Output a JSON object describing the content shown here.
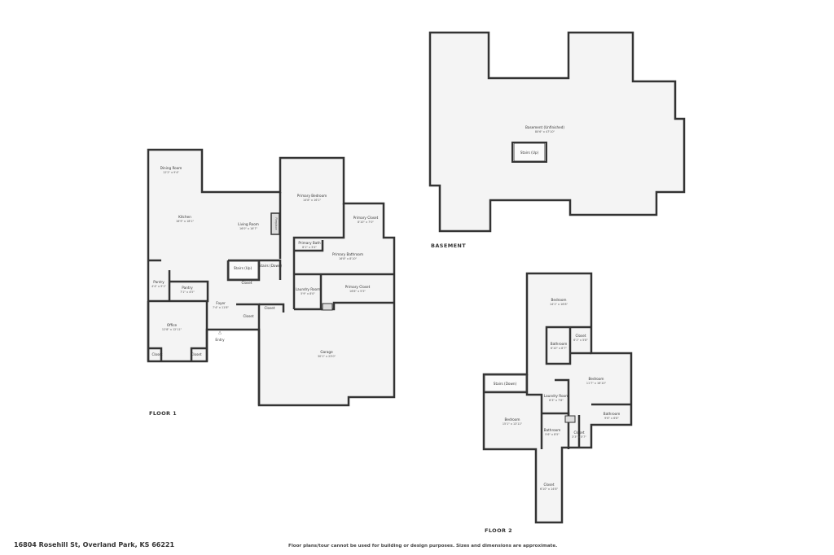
{
  "floors": {
    "floor1": {
      "label": "FLOOR 1"
    },
    "floor2": {
      "label": "FLOOR 2"
    },
    "basement": {
      "label": "BASEMENT"
    }
  },
  "rooms_floor1": [
    {
      "name": "Dining Room",
      "dims": "12'2\" x 9'4\""
    },
    {
      "name": "Kitchen",
      "dims": "16'9\" x 18'1\""
    },
    {
      "name": "Living Room",
      "dims": "16'0\" x 16'7\""
    },
    {
      "name": "Primary Bedroom",
      "dims": "14'8\" x 16'1\""
    },
    {
      "name": "Primary Closet",
      "dims": "8'10\" x 7'0\""
    },
    {
      "name": "Primary Bath",
      "dims": "8'1\" x 3'4\""
    },
    {
      "name": "Primary Bathroom",
      "dims": "16'8\" x 8'10\""
    },
    {
      "name": "Primary Closet",
      "dims": "16'8\" x 5'5\""
    },
    {
      "name": "Laundry Room",
      "dims": "5'9\" x 8'0\""
    },
    {
      "name": "Stairs (Up)",
      "dims": ""
    },
    {
      "name": "Stairs (Down)",
      "dims": ""
    },
    {
      "name": "Closet",
      "dims": ""
    },
    {
      "name": "Pantry",
      "dims": "4'4\" x 9'1\""
    },
    {
      "name": "Pantry",
      "dims": "7'1\" x 4'5\""
    },
    {
      "name": "Foyer",
      "dims": "7'4\" x 11'8\""
    },
    {
      "name": "Closet",
      "dims": ""
    },
    {
      "name": "Closet",
      "dims": ""
    },
    {
      "name": "Office",
      "dims": "12'8\" x 12'11\""
    },
    {
      "name": "Closet",
      "dims": ""
    },
    {
      "name": "Closet",
      "dims": ""
    },
    {
      "name": "Entry",
      "dims": ""
    },
    {
      "name": "Garage",
      "dims": "30'1\" x 23'0\""
    },
    {
      "name": "Fireplace",
      "dims": ""
    }
  ],
  "rooms_basement": [
    {
      "name": "Basement (Unfinished)",
      "dims": "80'6\" x 47'10\""
    },
    {
      "name": "Stairs (Up)",
      "dims": ""
    }
  ],
  "rooms_floor2": [
    {
      "name": "Bedroom",
      "dims": "14'1\" x 16'8\""
    },
    {
      "name": "Closet",
      "dims": "6'1\" x 5'8\""
    },
    {
      "name": "Bathroom",
      "dims": "6'10\" x 8'7\""
    },
    {
      "name": "Bedroom",
      "dims": "11'7\" x 16'10\""
    },
    {
      "name": "Stairs (Down)",
      "dims": ""
    },
    {
      "name": "Laundry Room",
      "dims": "6'3\" x 7'8\""
    },
    {
      "name": "Bedroom",
      "dims": "15'1\" x 13'11\""
    },
    {
      "name": "Bathroom",
      "dims": "9'6\" x 6'8\""
    },
    {
      "name": "Bathroom",
      "dims": "5'6\" x 8'5\""
    },
    {
      "name": "Closet",
      "dims": "3'3\" x 5'7\""
    },
    {
      "name": "Closet",
      "dims": "6'10\" x 14'8\""
    }
  ],
  "footer": {
    "address": "16804 Rosehill St, Overland Park, KS 66221",
    "disclaimer": "Floor plans/tour cannot be used for building or design purposes. Sizes and dimensions are approximate."
  }
}
